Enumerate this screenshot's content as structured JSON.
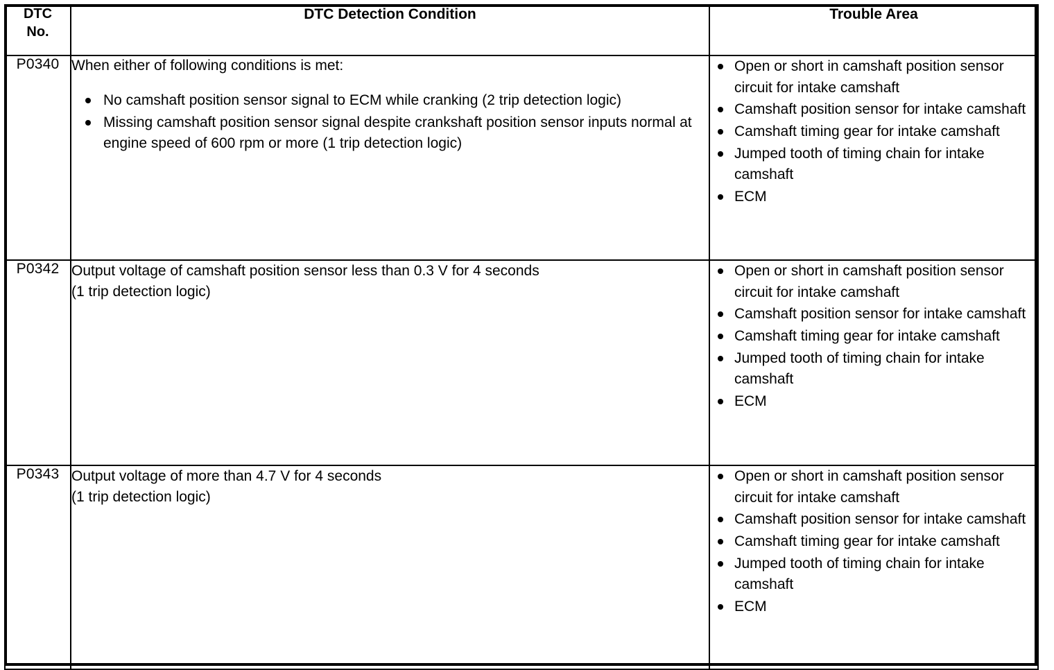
{
  "table": {
    "columns": [
      {
        "key": "dtc_no",
        "label_lines": [
          "DTC",
          "No."
        ]
      },
      {
        "key": "condition",
        "label": "DTC Detection Condition"
      },
      {
        "key": "trouble_area",
        "label": "Trouble Area"
      }
    ],
    "rows": [
      {
        "dtc_no": "P0340",
        "condition": {
          "lead": "When either of following conditions is met:",
          "bullets": [
            "No camshaft position sensor signal to ECM while cranking (2 trip detection logic)",
            "Missing camshaft position sensor signal despite crankshaft position sensor inputs normal at engine speed of 600 rpm or more (1 trip detection logic)"
          ]
        },
        "trouble_area": [
          "Open or short in camshaft position sensor circuit for intake camshaft",
          "Camshaft position sensor for intake camshaft",
          "Camshaft timing gear for intake camshaft",
          "Jumped tooth of timing chain for intake camshaft",
          "ECM"
        ]
      },
      {
        "dtc_no": "P0342",
        "condition": {
          "lines": [
            "Output voltage of camshaft position sensor less than 0.3 V for 4 seconds",
            "(1 trip detection logic)"
          ]
        },
        "trouble_area": [
          "Open or short in camshaft position sensor circuit for intake camshaft",
          "Camshaft position sensor for intake camshaft",
          "Camshaft timing gear for intake camshaft",
          "Jumped tooth of timing chain for intake camshaft",
          "ECM"
        ]
      },
      {
        "dtc_no": "P0343",
        "condition": {
          "lines": [
            "Output voltage of more than 4.7 V for 4 seconds",
            "(1 trip detection logic)"
          ]
        },
        "trouble_area": [
          "Open or short in camshaft position sensor circuit for intake camshaft",
          "Camshaft position sensor for intake camshaft",
          "Camshaft timing gear for intake camshaft",
          "Jumped tooth of timing chain for intake camshaft",
          "ECM"
        ]
      }
    ]
  },
  "colors": {
    "border": "#000000",
    "text": "#000000",
    "background": "#ffffff"
  }
}
